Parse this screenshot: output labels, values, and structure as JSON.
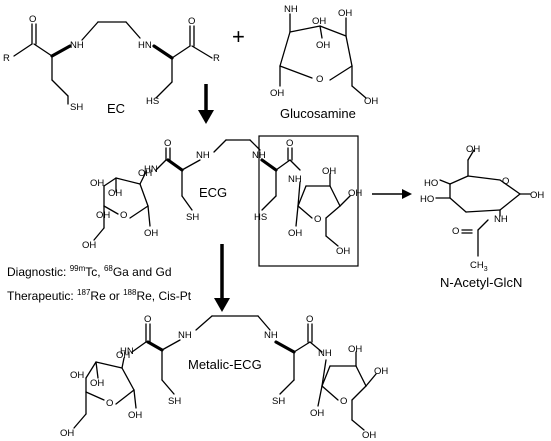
{
  "labels": {
    "ec": "EC",
    "glucosamine": "Glucosamine",
    "ecg": "ECG",
    "metalic_ecg": "Metalic-ECG",
    "n_acetyl_glcn": "N-Acetyl-GlcN",
    "plus": "+"
  },
  "diagnostic": {
    "prefix": "Diagnostic: ",
    "iso1_mass": "99m",
    "iso1_el": "Tc, ",
    "iso2_mass": "68",
    "iso2_el": "Ga and Gd"
  },
  "therapeutic": {
    "prefix": "Therapeutic: ",
    "iso1_mass": "187",
    "iso1_el": "Re or ",
    "iso2_mass": "188",
    "iso2_el": "Re, Cis-Pt"
  },
  "atoms": {
    "R": "R",
    "O": "O",
    "NH": "NH",
    "HN": "HN",
    "SH": "SH",
    "HS": "HS",
    "OH": "OH",
    "HO": "HO",
    "CH": "CH",
    "sub3": "3"
  }
}
